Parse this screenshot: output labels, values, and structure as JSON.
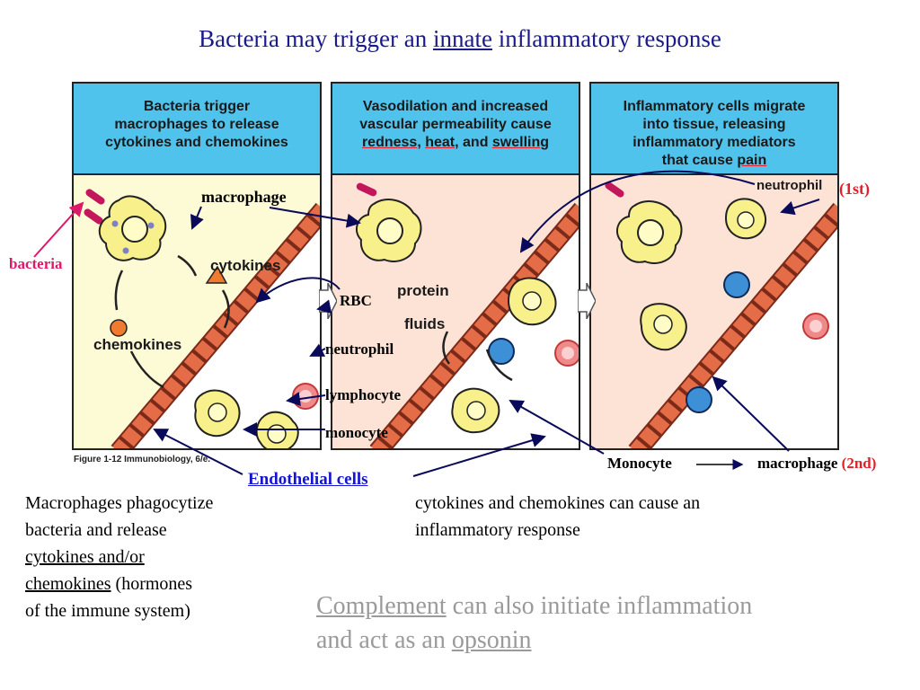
{
  "title": {
    "pre": "Bacteria may trigger an ",
    "emph": "innate",
    "post": " inflammatory response"
  },
  "panels": [
    {
      "header": [
        "Bacteria  trigger",
        "macrophages  to  release",
        "cytokines and chemokines"
      ]
    },
    {
      "header_l1": "Vasodilation  and  increased",
      "header_l2": "vascular  permeability  cause",
      "w_redness": "redness",
      "sep1": ", ",
      "w_heat": "heat",
      "sep2": ", and ",
      "w_swelling": "swelling"
    },
    {
      "header_l1": "Inflammatory  cells  migrate",
      "header_l2": "into  tissue,  releasing",
      "header_l3": "inflammatory  mediators",
      "header_l4_pre": "that  cause  ",
      "w_pain": "pain"
    }
  ],
  "diagram_labels": {
    "cytokines": "cytokines",
    "chemokines": "chemokines",
    "protein": "protein",
    "fluids": "fluids",
    "neutrophil_p3": "neutrophil"
  },
  "annotations": {
    "macrophage": "macrophage",
    "bacteria": "bacteria",
    "rbc": "RBC",
    "neutrophil": "neutrophil",
    "lymphocyte": "lymphocyte",
    "monocyte": "monocyte",
    "first": "(1st)",
    "endothelial": "Endothelial cells",
    "monocyte2": "Monocyte",
    "macrophage2": "macrophage",
    "second": "(2nd)"
  },
  "credit": "Figure 1-12  Immunobiology, 6/e.",
  "left_text": {
    "l1": "Macrophages phagocytize",
    "l2": "bacteria and release",
    "l3": "cytokines and/or",
    "l4": "chemokines",
    "l4b": " (hormones",
    "l5": "of the immune system)"
  },
  "right_text": {
    "l1": "cytokines and chemokines can cause an",
    "l2": "inflammatory response"
  },
  "complement": {
    "w1": "Complement",
    "t1": " can also initiate inflammation",
    "t2": "and act as an ",
    "w2": "opsonin"
  },
  "colors": {
    "title": "#1a1a8a",
    "header_bg": "#4fc3ec",
    "red": "#e0202a",
    "endothelial_link": "#1515d0",
    "arrow": "#0a0a5a"
  }
}
